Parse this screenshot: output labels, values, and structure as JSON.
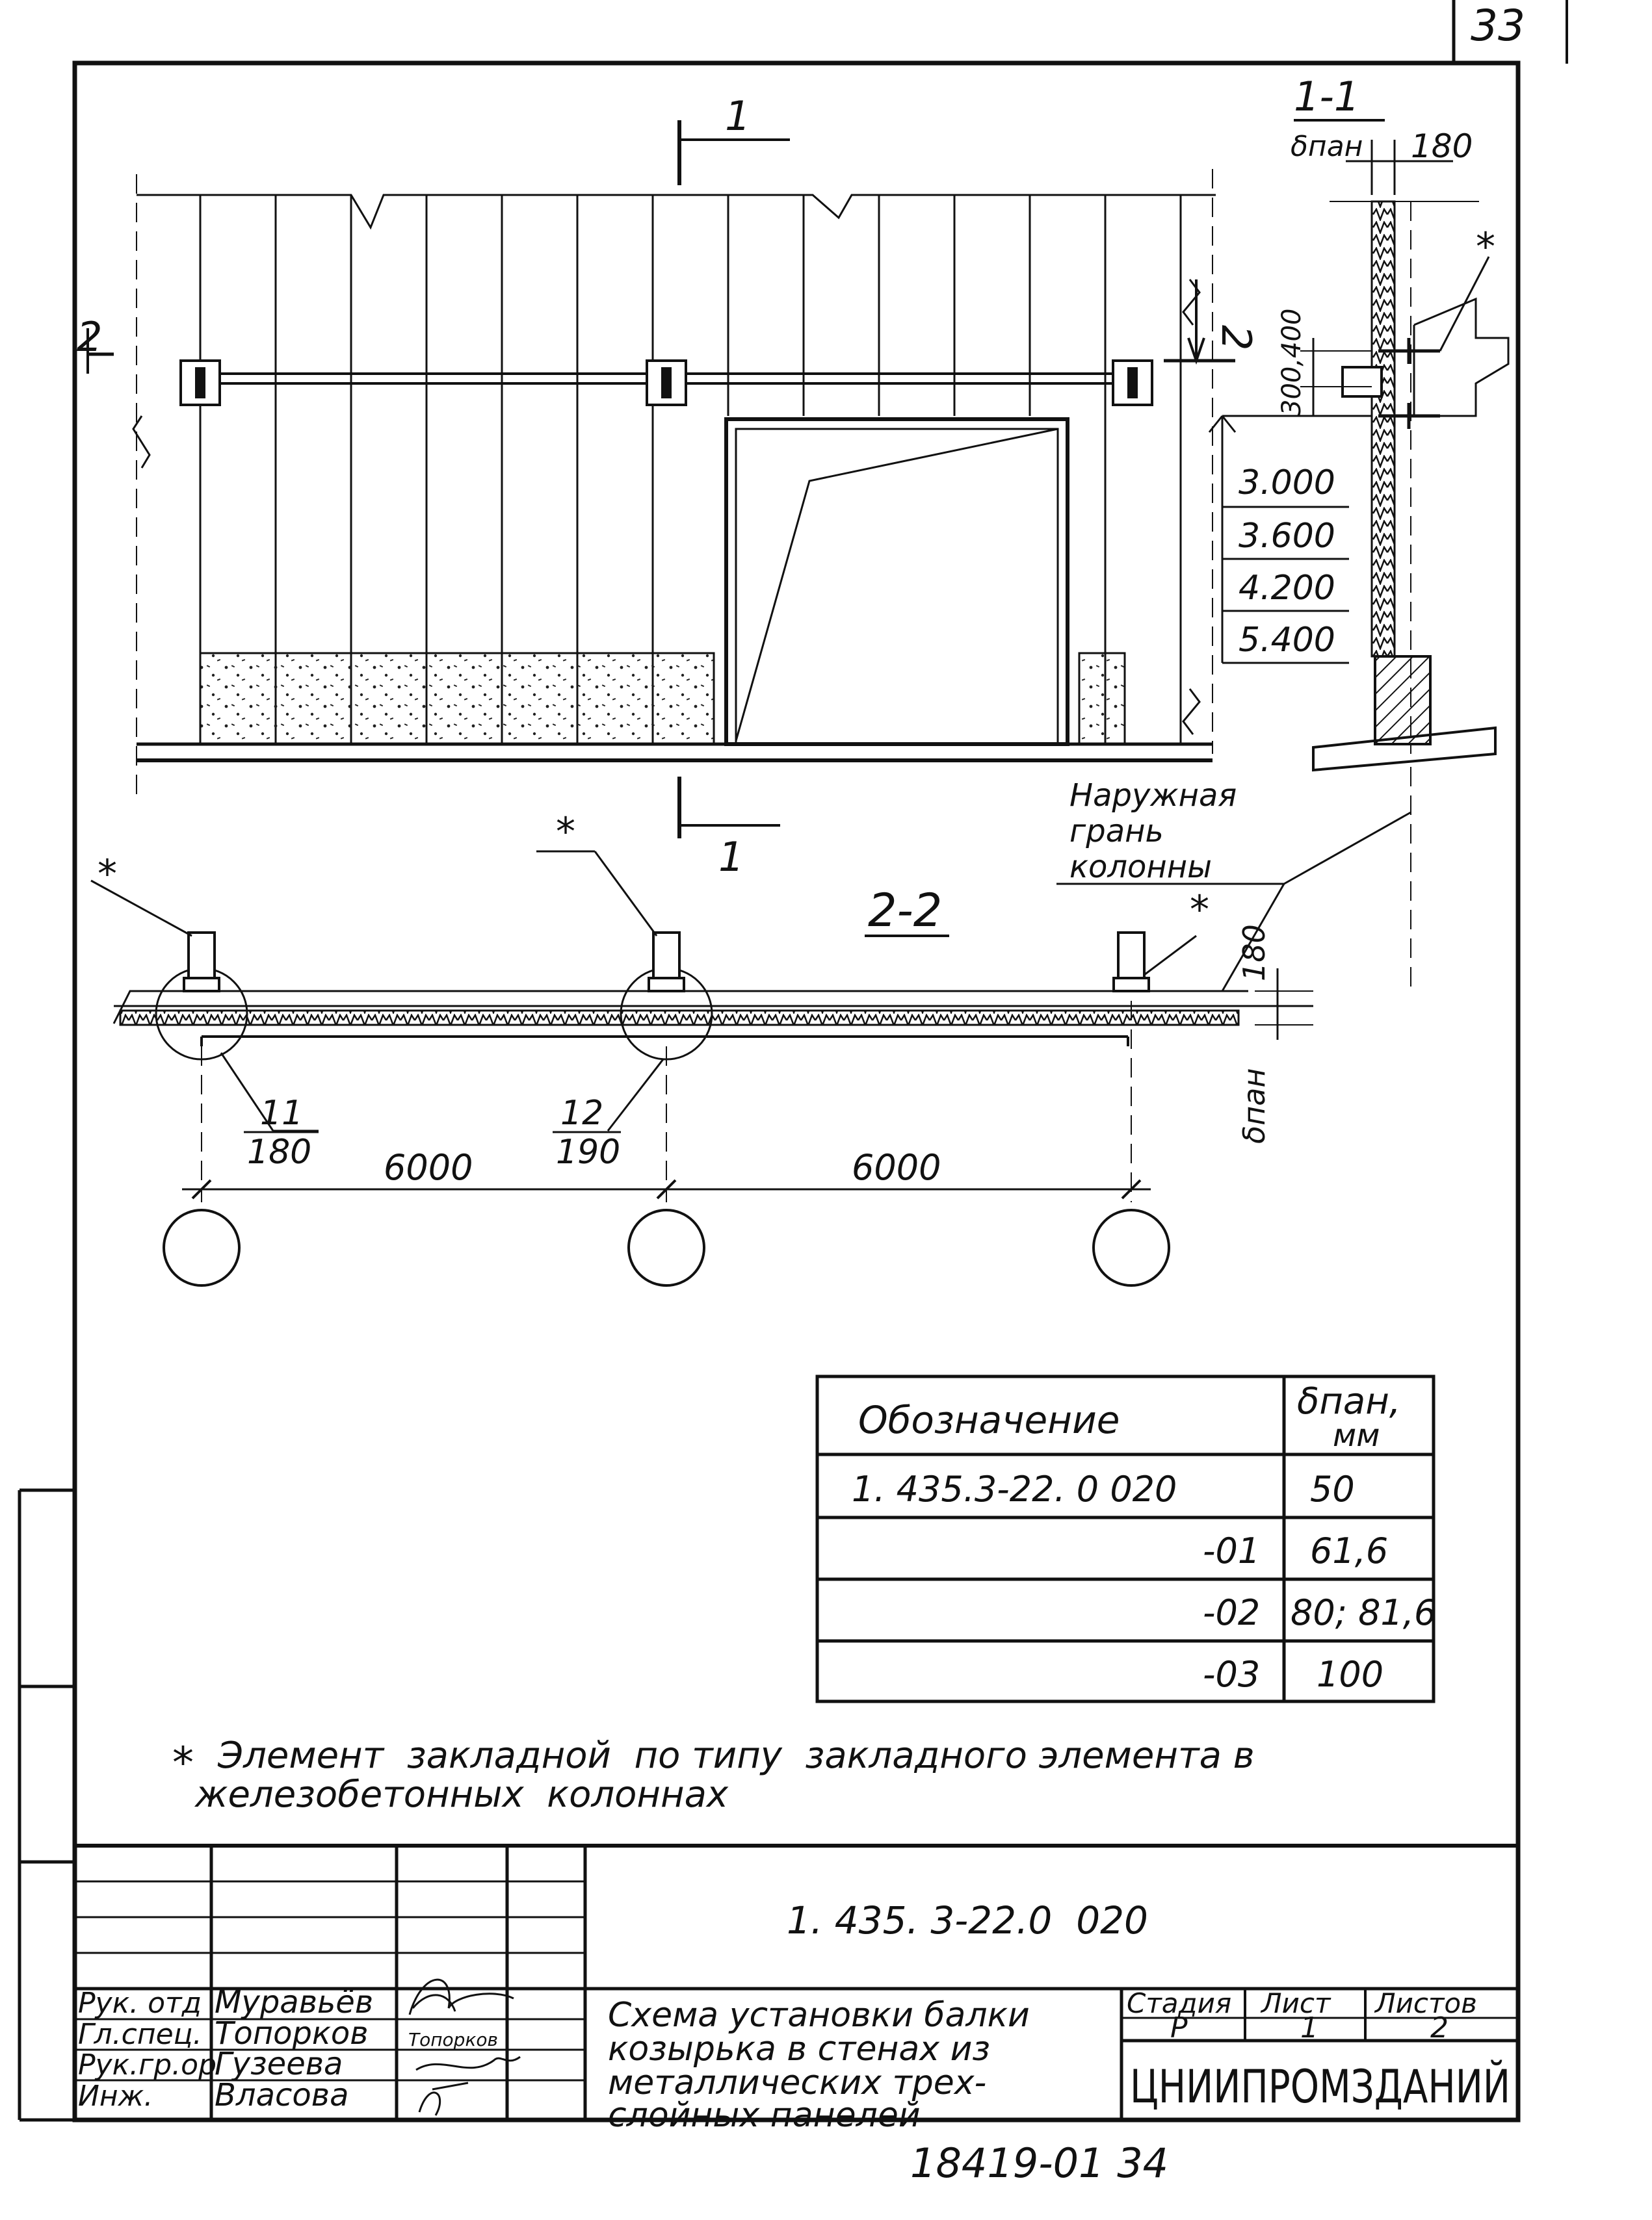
{
  "sheet": {
    "number_top": "33",
    "bottom_code": "18419-01 34"
  },
  "section_1_1": {
    "label": "1-1",
    "delta_label": "δпан",
    "dim_top": "180",
    "dim_vertical": "300,400",
    "asterisk": "*",
    "elevations": [
      "3.000",
      "3.600",
      "4.200",
      "5.400"
    ]
  },
  "elevation_view": {
    "cut_1_top": "1",
    "cut_1_bottom": "1",
    "cut_2_left": "2",
    "cut_2_right": "2"
  },
  "section_2_2": {
    "label": "2-2",
    "callout_column_face": "Наружная грань колонны",
    "column_face_lines": [
      "Наружная",
      "грань",
      "колонны"
    ],
    "node_left": {
      "top": "11",
      "bottom": "180"
    },
    "node_mid": {
      "top": "12",
      "bottom": "190"
    },
    "span_1": "6000",
    "span_2": "6000",
    "dim_180": "180",
    "delta_label": "δпан",
    "asterisks": [
      "*",
      "*",
      "*"
    ]
  },
  "spec_table": {
    "headers": [
      "Обозначение",
      "δпан, мм"
    ],
    "header_delta_lines": [
      "δпан,",
      "мм"
    ],
    "rows": [
      {
        "designation": "1. 435.3-22. 0 020",
        "delta": "50"
      },
      {
        "designation": "-01",
        "delta": "61,6"
      },
      {
        "designation": "-02",
        "delta": "80; 81,6"
      },
      {
        "designation": "-03",
        "delta": "100"
      }
    ]
  },
  "footnote": {
    "marker": "*",
    "text": "Элемент закладной по типу закладного элемента в железобетонных колоннах",
    "line1": "Элемент  закладной  по типу  закладного элемента в",
    "line2": "железобетонных  колоннах"
  },
  "title_block": {
    "document_code": "1. 435. 3-22.0  020",
    "roles": [
      {
        "role": "Рук. отд",
        "name": "Муравьёв"
      },
      {
        "role": "Гл.спец.",
        "name": "Топорков"
      },
      {
        "role": "Рук.гр.ор",
        "name": "Гузеева"
      },
      {
        "role": "Инж.",
        "name": "Власова"
      }
    ],
    "title": "Схема установки балки козырька в стенах из металлических трех-слойных панелей",
    "title_lines": [
      "Схема установки балки",
      "козырька в стенах из",
      "металлических трех-",
      "слойных панелей"
    ],
    "stage_label": "Стадия",
    "sheet_label": "Лист",
    "sheets_label": "Листов",
    "stage": "Р",
    "sheet": "1",
    "sheets": "2",
    "organization": "ЦНИИПРОМЗДАНИЙ"
  }
}
